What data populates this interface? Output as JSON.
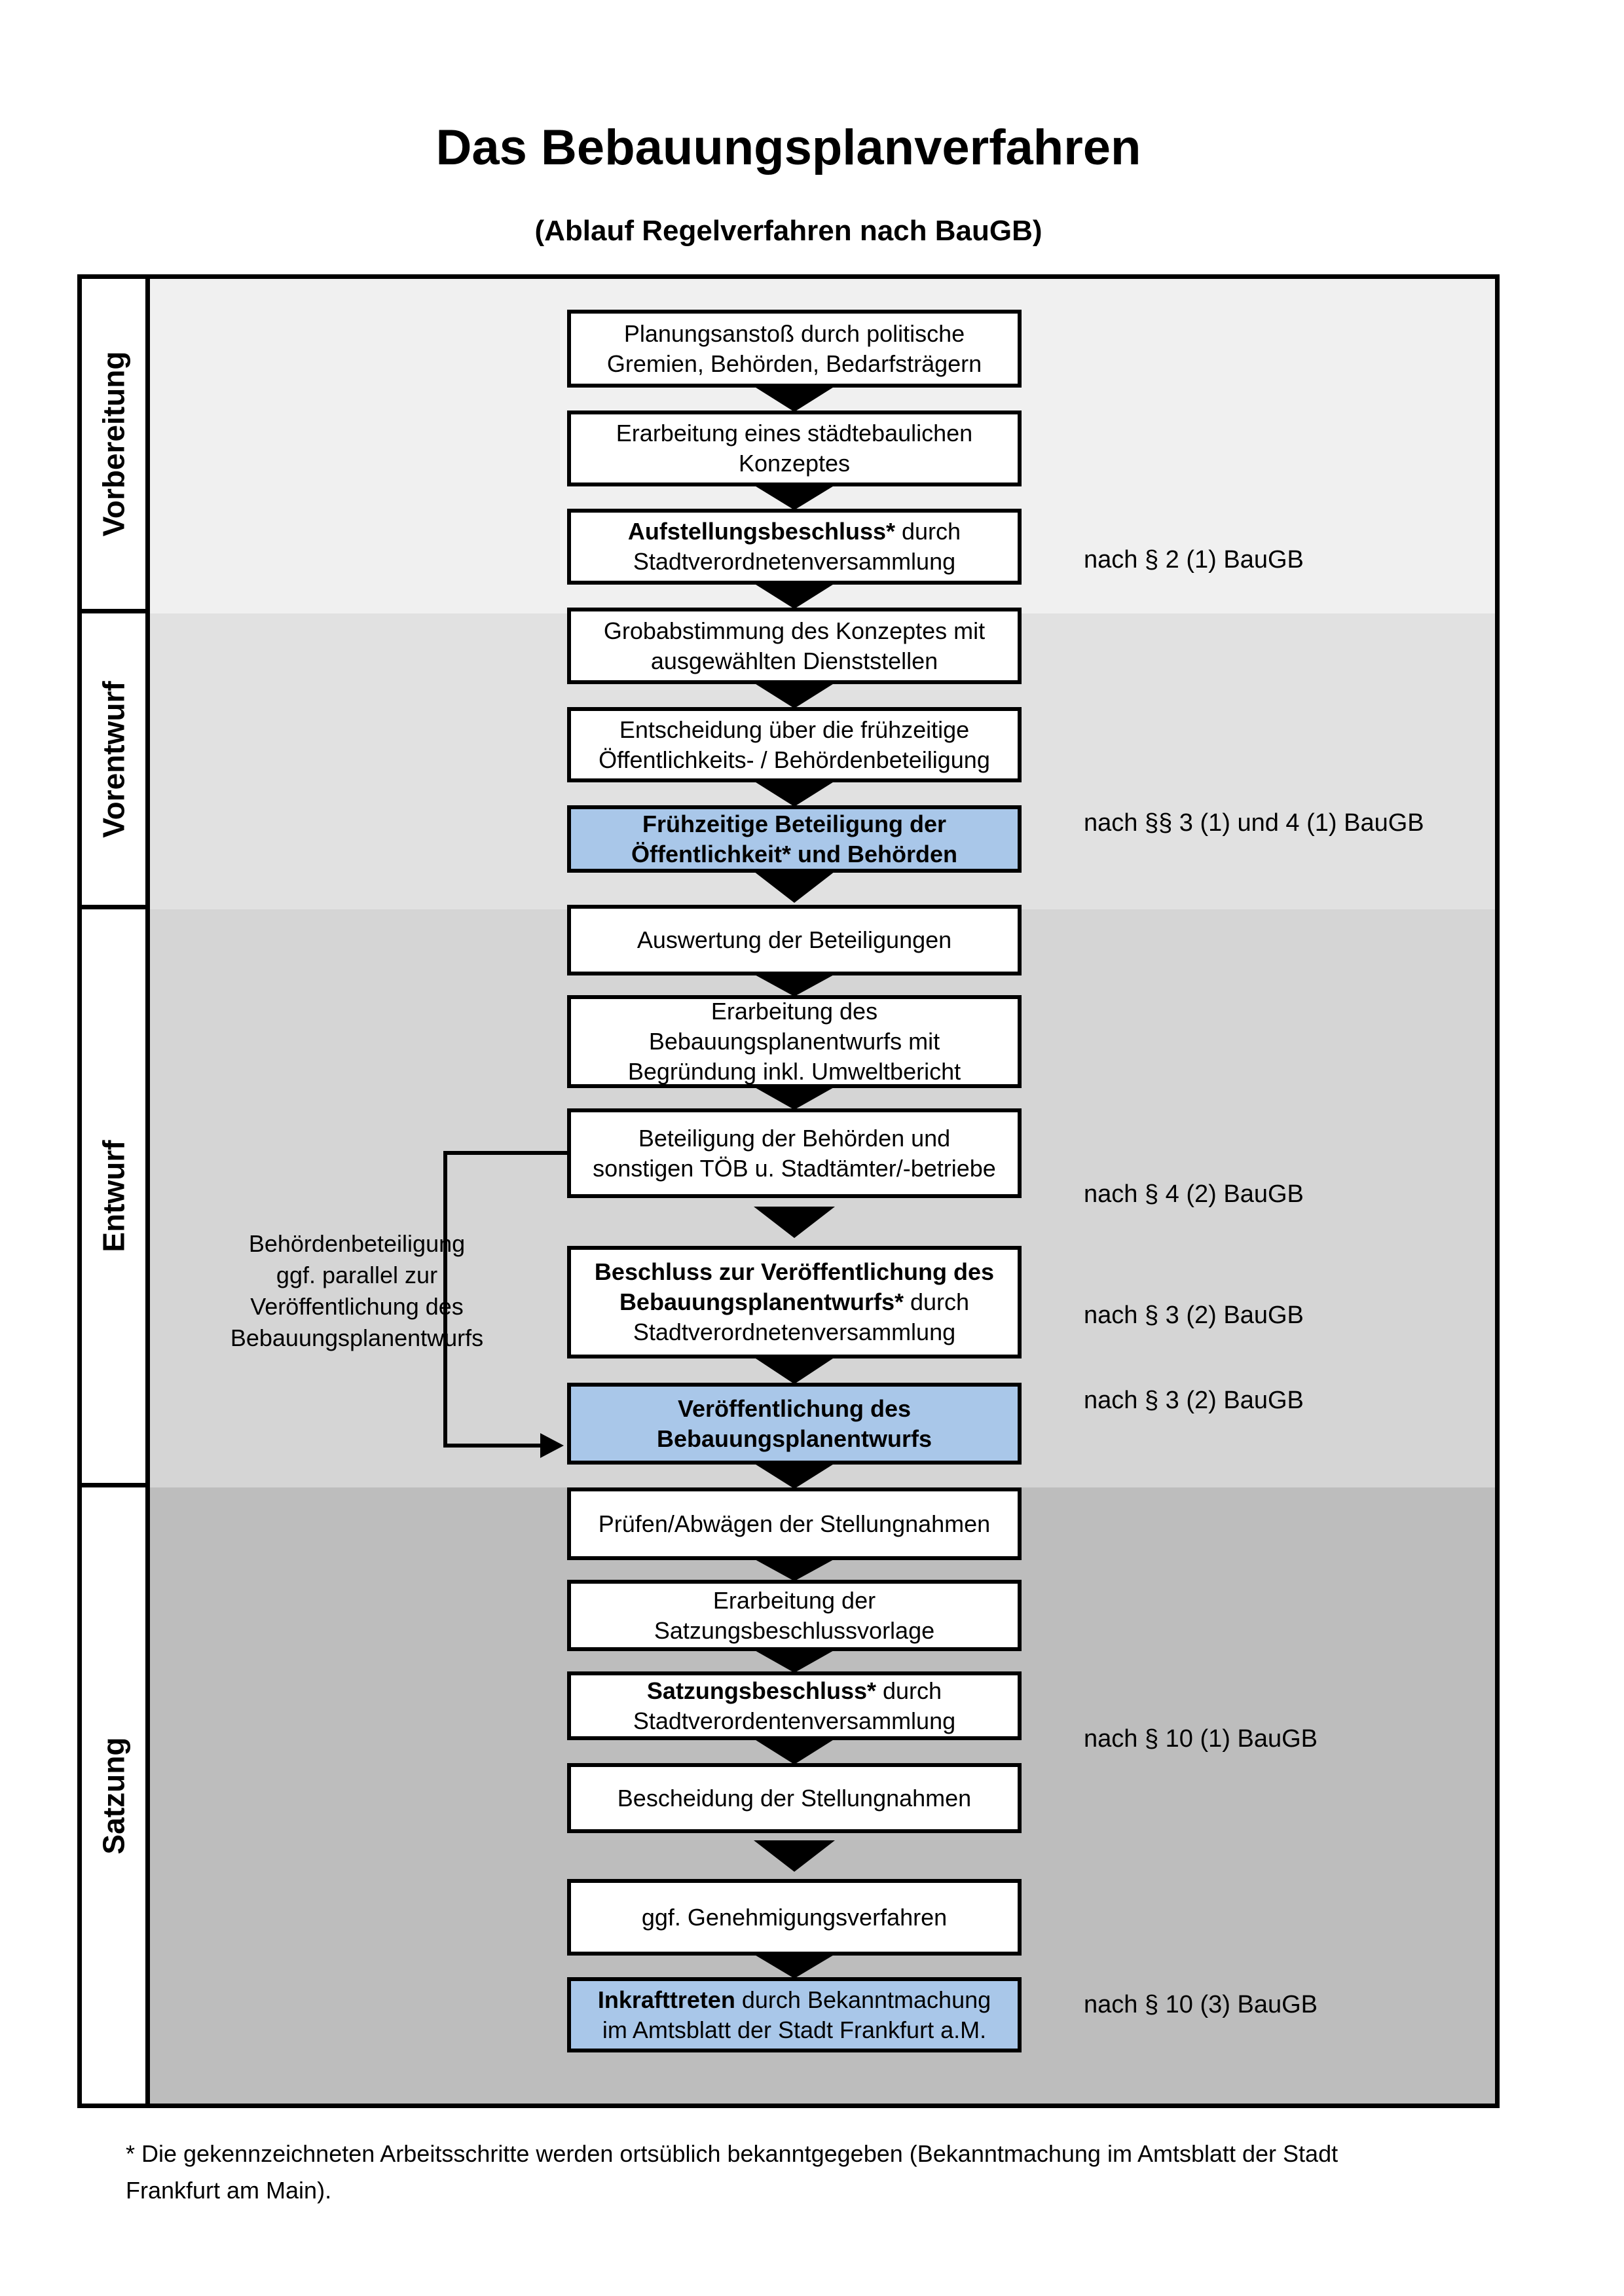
{
  "title": "Das Bebauungsplanverfahren",
  "subtitle": "(Ablauf Regelverfahren nach BauGB)",
  "colors": {
    "highlight_fill": "#a9c7e9",
    "box_fill": "#ffffff",
    "line": "#000000",
    "phase_bands": [
      "#f0f0f0",
      "#e1e1e1",
      "#d5d5d5",
      "#bdbdbd"
    ]
  },
  "phases": [
    {
      "label": "Vorbereitung"
    },
    {
      "label": "Vorentwurf"
    },
    {
      "label": "Entwurf"
    },
    {
      "label": "Satzung"
    }
  ],
  "flow": {
    "boxes": [
      {
        "highlight": false,
        "lines": [
          [
            {
              "t": "Planungsanstoß durch politische",
              "b": false
            }
          ],
          [
            {
              "t": "Gremien, Behörden, Bedarfsträgern",
              "b": false
            }
          ]
        ]
      },
      {
        "highlight": false,
        "lines": [
          [
            {
              "t": "Erarbeitung eines städtebaulichen",
              "b": false
            }
          ],
          [
            {
              "t": "Konzeptes",
              "b": false
            }
          ]
        ]
      },
      {
        "highlight": false,
        "lines": [
          [
            {
              "t": "Aufstellungsbeschluss*",
              "b": true
            },
            {
              "t": " durch",
              "b": false
            }
          ],
          [
            {
              "t": "Stadtverordnetenversammlung",
              "b": false
            }
          ]
        ]
      },
      {
        "highlight": false,
        "lines": [
          [
            {
              "t": "Grobabstimmung des Konzeptes mit",
              "b": false
            }
          ],
          [
            {
              "t": "ausgewählten Dienststellen",
              "b": false
            }
          ]
        ]
      },
      {
        "highlight": false,
        "lines": [
          [
            {
              "t": "Entscheidung über die frühzeitige",
              "b": false
            }
          ],
          [
            {
              "t": "Öffentlichkeits- / Behördenbeteiligung",
              "b": false
            }
          ]
        ]
      },
      {
        "highlight": true,
        "lines": [
          [
            {
              "t": "Frühzeitige Beteiligung der",
              "b": true
            }
          ],
          [
            {
              "t": "Öffentlichkeit* und Behörden",
              "b": true
            }
          ]
        ]
      },
      {
        "highlight": false,
        "lines": [
          [
            {
              "t": "Auswertung der Beteiligungen",
              "b": false
            }
          ]
        ]
      },
      {
        "highlight": false,
        "lines": [
          [
            {
              "t": "Erarbeitung des",
              "b": false
            }
          ],
          [
            {
              "t": "Bebauungsplanentwurfs mit",
              "b": false
            }
          ],
          [
            {
              "t": "Begründung inkl. Umweltbericht",
              "b": false
            }
          ]
        ]
      },
      {
        "highlight": false,
        "lines": [
          [
            {
              "t": "Beteiligung der Behörden und",
              "b": false
            }
          ],
          [
            {
              "t": "sonstigen TÖB u. Stadtämter/-betriebe",
              "b": false
            }
          ]
        ]
      },
      {
        "highlight": false,
        "lines": [
          [
            {
              "t": "Beschluss zur Veröffentlichung des",
              "b": true
            }
          ],
          [
            {
              "t": "Bebauungsplanentwurfs*",
              "b": true
            },
            {
              "t": " durch",
              "b": false
            }
          ],
          [
            {
              "t": "Stadtverordnetenversammlung",
              "b": false
            }
          ]
        ]
      },
      {
        "highlight": true,
        "lines": [
          [
            {
              "t": "Veröffentlichung des",
              "b": true
            }
          ],
          [
            {
              "t": "Bebauungsplanentwurfs",
              "b": true
            }
          ]
        ]
      },
      {
        "highlight": false,
        "lines": [
          [
            {
              "t": "Prüfen/Abwägen der Stellungnahmen",
              "b": false
            }
          ]
        ]
      },
      {
        "highlight": false,
        "lines": [
          [
            {
              "t": "Erarbeitung der",
              "b": false
            }
          ],
          [
            {
              "t": "Satzungsbeschlussvorlage",
              "b": false
            }
          ]
        ]
      },
      {
        "highlight": false,
        "lines": [
          [
            {
              "t": "Satzungsbeschluss*",
              "b": true
            },
            {
              "t": " durch",
              "b": false
            }
          ],
          [
            {
              "t": "Stadtverordentenversammlung",
              "b": false
            }
          ]
        ]
      },
      {
        "highlight": false,
        "lines": [
          [
            {
              "t": "Bescheidung der Stellungnahmen",
              "b": false
            }
          ]
        ]
      },
      {
        "highlight": false,
        "lines": [
          [
            {
              "t": "ggf. Genehmigungsverfahren",
              "b": false
            }
          ]
        ]
      },
      {
        "highlight": true,
        "lines": [
          [
            {
              "t": "Inkrafttreten",
              "b": true
            },
            {
              "t": " durch Bekanntmachung",
              "b": false
            }
          ],
          [
            {
              "t": "im Amtsblatt der Stadt Frankfurt a.M.",
              "b": false
            }
          ]
        ]
      }
    ],
    "annotations": [
      {
        "text": "nach § 2 (1) BauGB"
      },
      {
        "text": "nach §§ 3 (1) und 4 (1) BauGB"
      },
      {
        "text": "nach § 4 (2) BauGB"
      },
      {
        "text": "nach § 3 (2) BauGB"
      },
      {
        "text": "nach § 3 (2) BauGB"
      },
      {
        "text": "nach § 10 (1) BauGB"
      },
      {
        "text": "nach § 10 (3) BauGB"
      }
    ]
  },
  "side_note": {
    "lines": [
      "Behördenbeteiligung",
      "ggf. parallel zur",
      "Veröffentlichung des",
      "Bebauungsplanentwurfs"
    ]
  },
  "footnote": {
    "lines": [
      "* Die gekennzeichneten Arbeitsschritte werden ortsüblich bekanntgegeben (Bekanntmachung im Amtsblatt  der Stadt",
      "Frankfurt am Main)."
    ]
  }
}
